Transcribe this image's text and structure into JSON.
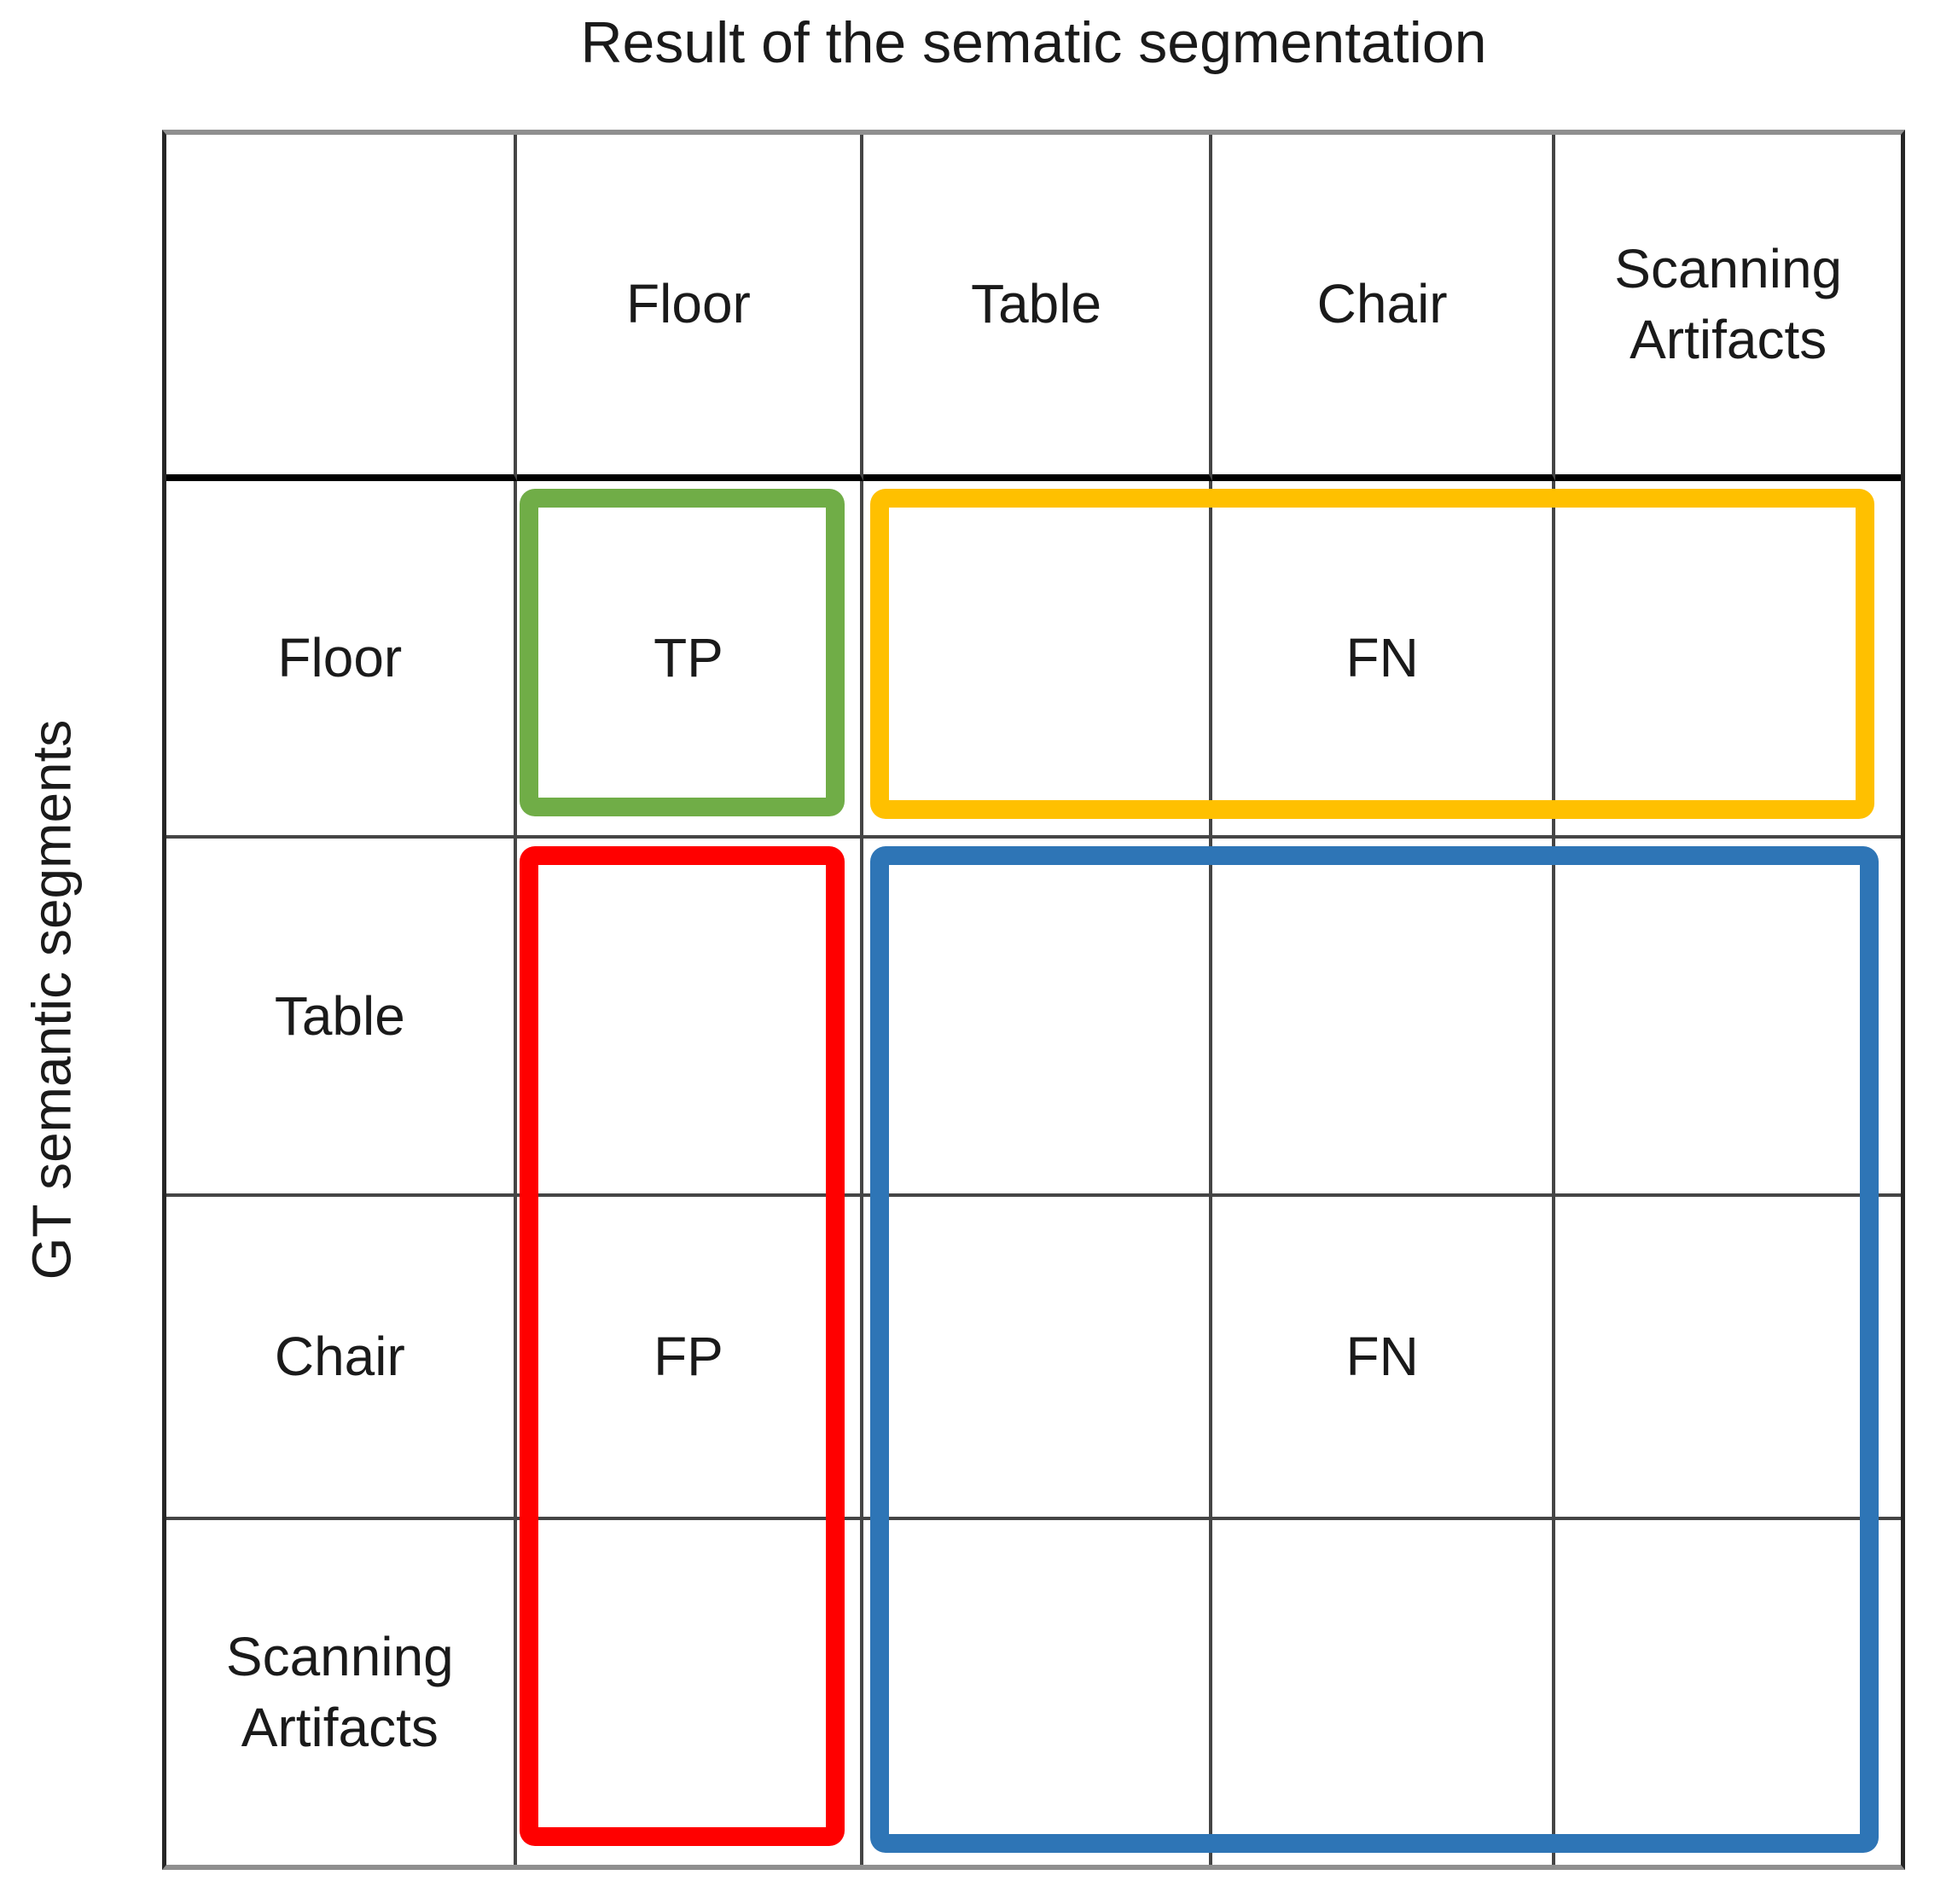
{
  "title": "Result of the sematic segmentation",
  "y_axis_label": "GT semantic segments",
  "matrix": {
    "column_headers": [
      "Floor",
      "Table",
      "Chair",
      "Scanning Artifacts"
    ],
    "row_headers": [
      "Floor",
      "Table",
      "Chair",
      "Scanning Artifacts"
    ],
    "cell_labels": {
      "tp": "TP",
      "fn_floor_row": "FN",
      "fp_floor_col": "FP",
      "fn_block": "FN"
    }
  },
  "colors": {
    "tp_box": "#70AD47",
    "fn_row_box": "#FFC000",
    "fp_col_box": "#FF0000",
    "fn_block_box": "#2E75B6",
    "grid_line": "#454545",
    "text": "#1a1a1a"
  }
}
